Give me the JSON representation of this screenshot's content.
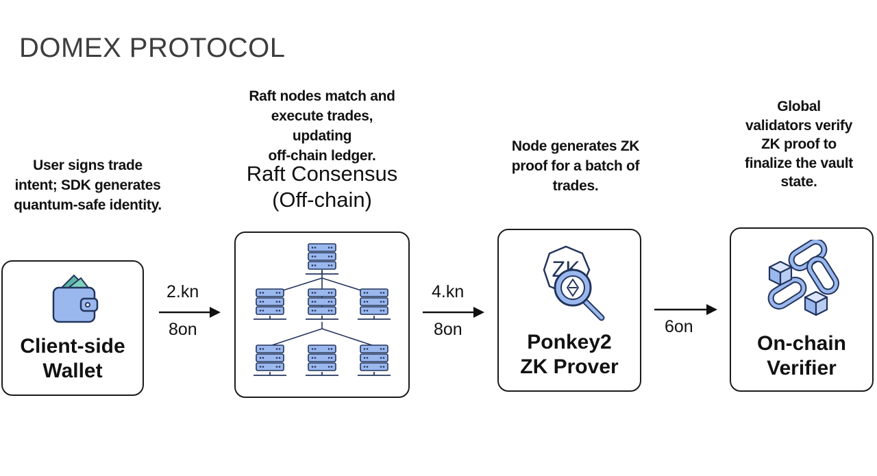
{
  "page": {
    "title": "DOMEX PROTOCOL"
  },
  "steps": [
    {
      "description_lines": [
        "User signs trade",
        "intent; SDK generates",
        "quantum-safe identity."
      ],
      "label_lines": [
        "Client-side",
        "Wallet"
      ],
      "icon": "wallet-icon"
    },
    {
      "description_lines": [
        "Raft nodes match and",
        "execute trades,",
        "updating",
        "off-chain ledger."
      ],
      "heading_lines": [
        "Raft Consensus",
        "(Off-chain)"
      ],
      "icon": "server-network-icon"
    },
    {
      "description_lines": [
        "Node generates ZK",
        "proof for a batch of",
        "trades."
      ],
      "label_lines": [
        "Ponkey2",
        "ZK Prover"
      ],
      "icon": "zk-magnifier-icon",
      "icon_text": "ZK"
    },
    {
      "description_lines": [
        "Global",
        "validators verify",
        "ZK proof to",
        "finalize the vault",
        "state."
      ],
      "label_lines": [
        "On-chain",
        "Verifier"
      ],
      "icon": "chain-link-icon"
    }
  ],
  "arrows": [
    {
      "top": "2.kn",
      "bottom": "8on"
    },
    {
      "top": "4.kn",
      "bottom": "8on"
    },
    {
      "top": "",
      "bottom": "6on"
    }
  ],
  "colors": {
    "icon_fill": "#9ab8ee",
    "icon_stroke": "#22345c",
    "border": "#1a1a1a"
  }
}
